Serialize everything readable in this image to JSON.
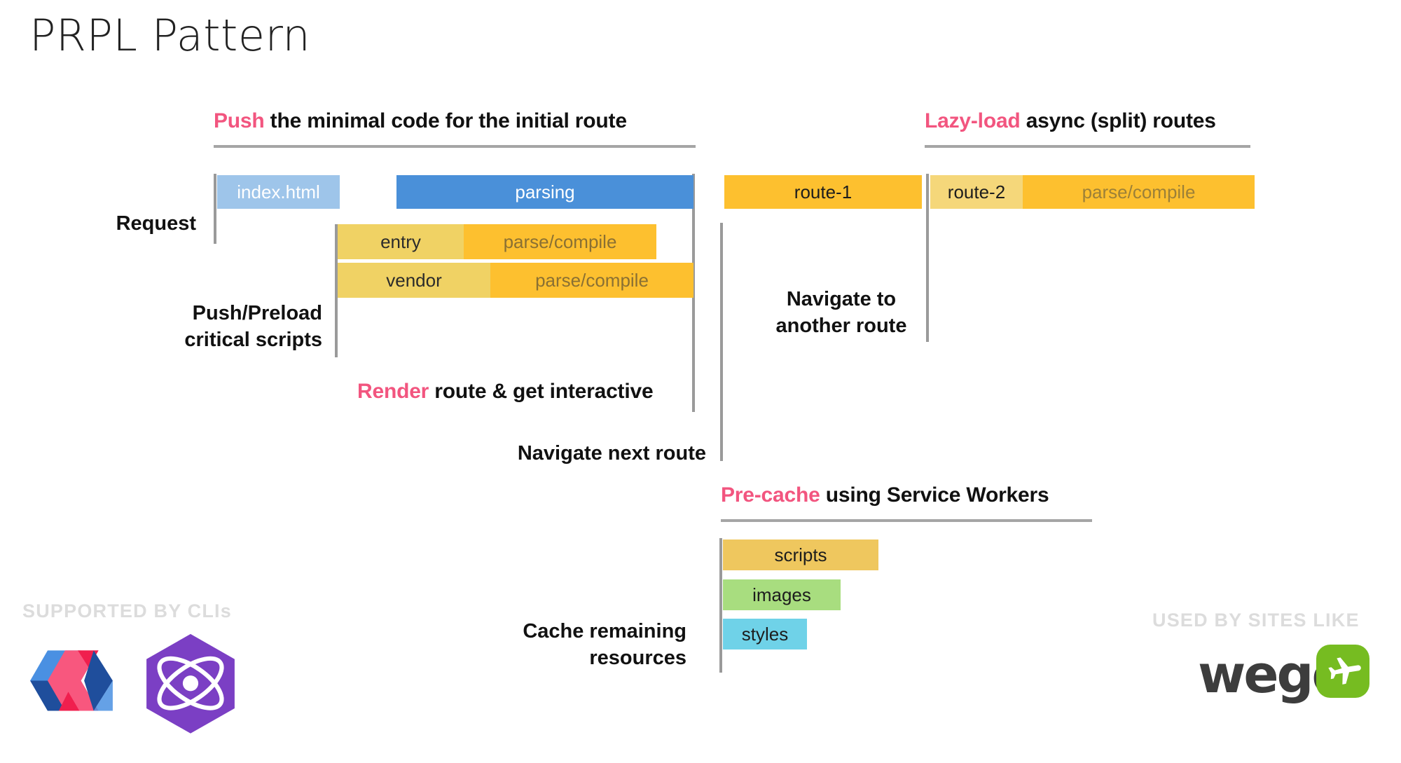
{
  "title": "PRPL Pattern",
  "accent_color": "#f2557f",
  "sections": {
    "push": {
      "accent": "Push",
      "rest": " the minimal code for the initial route"
    },
    "lazy": {
      "accent": "Lazy-load",
      "rest": " async (split) routes"
    },
    "render": {
      "accent": "Render",
      "rest": " route & get interactive"
    },
    "precache": {
      "accent": "Pre-cache",
      "rest": " using Service Workers"
    }
  },
  "labels": {
    "request": "Request",
    "push_preload": "Push/Preload\ncritical scripts",
    "navigate_next": "Navigate next route",
    "navigate_another": "Navigate to\nanother route",
    "cache_remaining": "Cache remaining\nresources"
  },
  "bars": {
    "index_html": {
      "label": "index.html",
      "color": "#9ec5ea",
      "text_color": "#ffffff"
    },
    "parsing": {
      "label": "parsing",
      "color": "#4a90d9",
      "text_color": "#ffffff"
    },
    "entry": {
      "label": "entry",
      "color": "#f0d264",
      "text_color": "#2b2b2b"
    },
    "entry_parse": {
      "label": "parse/compile",
      "color": "#fdc02f",
      "text_color": "#8a7033"
    },
    "vendor": {
      "label": "vendor",
      "color": "#f0d264",
      "text_color": "#2b2b2b"
    },
    "vendor_parse": {
      "label": "parse/compile",
      "color": "#fdc02f",
      "text_color": "#8a7033"
    },
    "route_1": {
      "label": "route-1",
      "color": "#fdc02f",
      "text_color": "#1d1d1d"
    },
    "route_2": {
      "label": "route-2",
      "color": "#f5d77a",
      "text_color": "#1d1d1d"
    },
    "route_2_parse": {
      "label": "parse/compile",
      "color": "#fdc02f",
      "text_color": "#9c8038"
    },
    "scripts": {
      "label": "scripts",
      "color": "#efc75e",
      "text_color": "#1d1d1d"
    },
    "images": {
      "label": "images",
      "color": "#a8dd7f",
      "text_color": "#1d1d1d"
    },
    "styles": {
      "label": "styles",
      "color": "#6fd2e8",
      "text_color": "#1d1d1d"
    }
  },
  "footer": {
    "supported_by": "SUPPORTED BY CLIs",
    "used_by": "USED BY SITES LIKE",
    "wego_name": "wego"
  }
}
